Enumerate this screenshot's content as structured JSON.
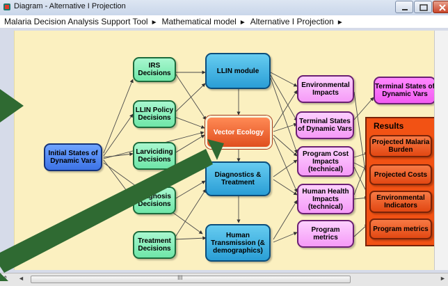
{
  "window": {
    "title": "Diagram - Alternative I Projection",
    "icon": "diagram-app-icon",
    "controls": [
      "minimize-icon",
      "maximize-icon",
      "close-icon"
    ]
  },
  "breadcrumb": {
    "items": [
      "Malaria Decision Analysis Support Tool",
      "Mathematical model",
      "Alternative I Projection"
    ],
    "separator": "►"
  },
  "diagram": {
    "nodes": {
      "initial_states": "Initial States of Dynamic Vars",
      "irs_decisions": "IRS Decisions",
      "llin_policy": "LLIN Policy Decisions",
      "larviciding": "Larviciding Decisions",
      "diagnosis": "Diagnosis Decisions",
      "treatment": "Treatment Decisions",
      "llin_module": "LLIN module",
      "vector_ecology": "Vector Ecology",
      "diagnostics_treatment": "Diagnostics & Treatment",
      "human_transmission": "Human Transmission (& demographics)",
      "environmental_impacts": "Environmental Impacts",
      "terminal_states_mid": "Terminal States of Dynamic Vars",
      "program_cost": "Program Cost Impacts (technical)",
      "human_health": "Human Health Impacts (technical)",
      "program_metrics": "Program metrics",
      "terminal_states_right": "Terminal States of Dynamic Vars"
    },
    "results": {
      "title": "Results",
      "items": [
        "Projected Malaria Burden",
        "Projected Costs",
        "Environmental Indicators",
        "Program metrics"
      ]
    }
  },
  "colors": {
    "canvas": "#fbf0c0",
    "decision_node": "#7fedb5",
    "module_node": "#2a9ed6",
    "impact_node": "#f7b3f9",
    "vector_ecology": "#e85b2a",
    "results": "#f25214",
    "pointer": "#2f6a32"
  },
  "annotation": {
    "pointer": "green-arrow-pointer"
  },
  "scrollbar": {
    "left_arrow": "◄",
    "right_arrow": "►",
    "grip": "III",
    "side_glyph": "⇕"
  }
}
